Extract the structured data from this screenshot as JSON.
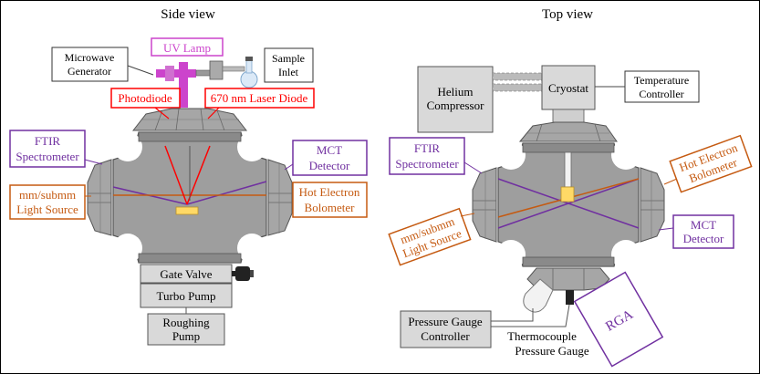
{
  "titles": {
    "side": "Side view",
    "top": "Top view"
  },
  "side": {
    "uv_lamp": "UV Lamp",
    "microwave": [
      "Microwave",
      "Generator"
    ],
    "sample": [
      "Sample",
      "Inlet"
    ],
    "photodiode": "Photodiode",
    "laser": "670 nm Laser Diode",
    "ftir": [
      "FTIR",
      "Spectrometer"
    ],
    "mct": [
      "MCT",
      "Detector"
    ],
    "mm": [
      "mm/submm",
      "Light Source"
    ],
    "heb": [
      "Hot Electron",
      "Bolometer"
    ],
    "gate_valve": "Gate Valve",
    "turbo": "Turbo Pump",
    "roughing": [
      "Roughing",
      "Pump"
    ]
  },
  "top": {
    "helium": [
      "Helium",
      "Compressor"
    ],
    "cryostat": "Cryostat",
    "temperature": [
      "Temperature",
      "Controller"
    ],
    "ftir": [
      "FTIR",
      "Spectrometer"
    ],
    "heb": [
      "Hot Electron",
      "Bolometer"
    ],
    "mm": [
      "mm/submm",
      "Light Source"
    ],
    "mct": [
      "MCT",
      "Detector"
    ],
    "pressure_controller": [
      "Pressure Gauge",
      "Controller"
    ],
    "thermocouple": [
      "Thermocouple",
      "Pressure Gauge"
    ],
    "rga": "RGA"
  },
  "colors": {
    "purple": "#7030a0",
    "orange": "#c55a11",
    "red": "#ff0000",
    "uv": "#cc44cc",
    "chamber": "#9e9e9e",
    "chamber_dark": "#7f7f7f",
    "box": "#d9d9d9",
    "sample": "#ffd966"
  }
}
